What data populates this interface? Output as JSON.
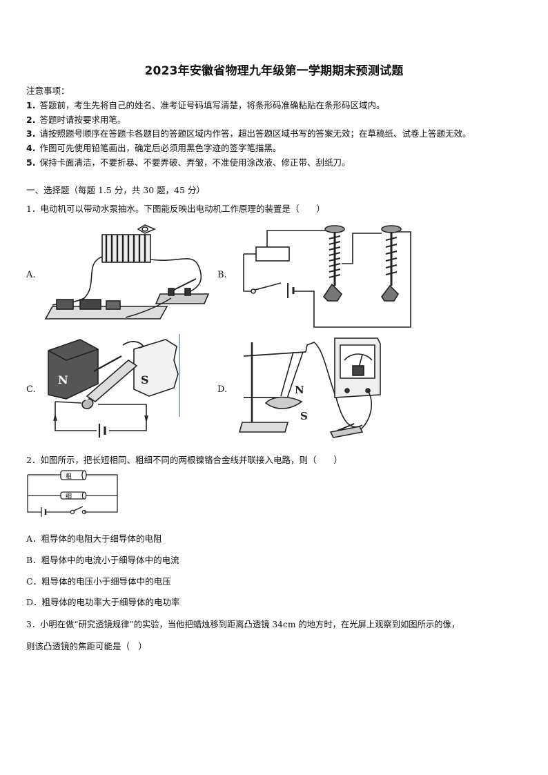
{
  "header": {
    "title": "2023年安徽省物理九年级第一学期期末预测试题"
  },
  "notice": {
    "heading": "注意事项：",
    "items": [
      {
        "num": "1.",
        "text": "答题前，考生先将自己的姓名、准考证号码填写清楚，将条形码准确粘贴在条形码区域内。"
      },
      {
        "num": "2.",
        "text": "答题时请按要求用笔。"
      },
      {
        "num": "3.",
        "text": "请按照题号顺序在答题卡各题目的答题区域内作答，超出答题区域书写的答案无效；在草稿纸、试卷上答题无效。"
      },
      {
        "num": "4.",
        "text": "作图可先使用铅笔画出，确定后必须用黑色字迹的签字笔描黑。"
      },
      {
        "num": "5.",
        "text": "保持卡面清洁，不要折暴、不要弄破、弄皱，不准使用涂改液、修正带、刮纸刀。"
      }
    ]
  },
  "section": {
    "heading": "一、选择题（每题 1.5 分，共 30 题，45 分）"
  },
  "questions": [
    {
      "stem": "1．电动机可以带动水泵抽水。下图能反映出电动机工作原理的装置是（　　）",
      "option_letters": [
        "A.",
        "B.",
        "C.",
        "D."
      ],
      "figure_labels": {
        "n": "N",
        "s": "S"
      }
    },
    {
      "stem": "2．如图所示，把长短相同、粗细不同的两根镍铬合金线并联接入电路，则（　　）",
      "wire_labels": [
        "粗",
        "细"
      ],
      "options": [
        "A．粗导体的电阻大于细导体的电阻",
        "B．粗导体中的电流小于细导体中的电流",
        "C．粗导体的电压小于细导体中的电压",
        "D．粗导体的电功率大于细导体的电功率"
      ]
    },
    {
      "stem_line1": "3．小明在做“研究透镜规律”的实验，当他把蜡烛移到距离凸透镜 34cm 的地方时，在光屏上观察到如图所示的像，",
      "stem_line2": "则该凸透镜的焦距可能是（　）"
    }
  ]
}
